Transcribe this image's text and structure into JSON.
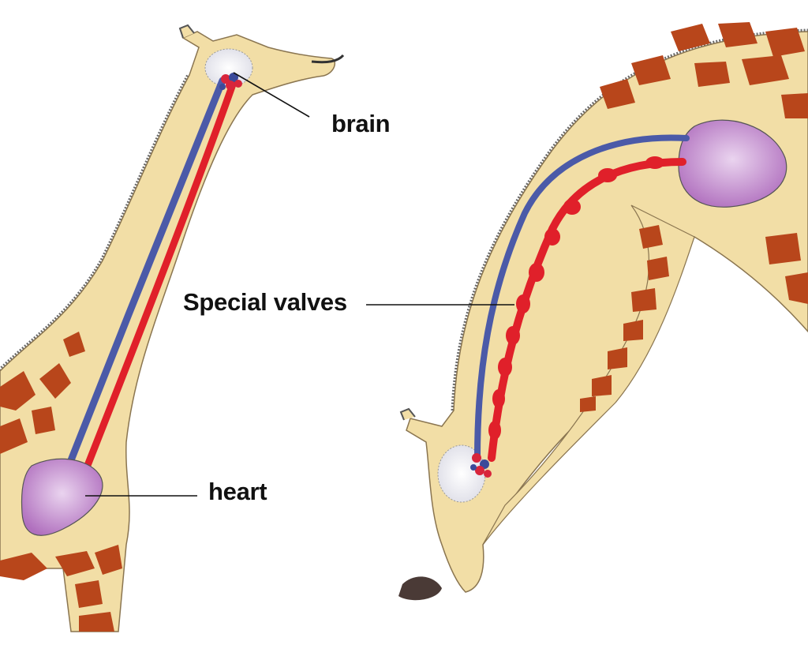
{
  "labels": {
    "brain": "brain",
    "special_valves": "Special valves",
    "heart": "heart"
  },
  "colors": {
    "body": "#f2dea6",
    "body_outline": "#8a7550",
    "spots": "#b8461b",
    "mane": "#555555",
    "vein": "#4b5aa8",
    "artery": "#e0202a",
    "heart": "#b985c4",
    "brain": "#e6e6ee",
    "hoof": "#4a3a36",
    "leader": "#111111"
  },
  "figures": [
    {
      "id": "giraffe-standing",
      "pose": "head raised"
    },
    {
      "id": "giraffe-drinking",
      "pose": "head lowered"
    }
  ]
}
